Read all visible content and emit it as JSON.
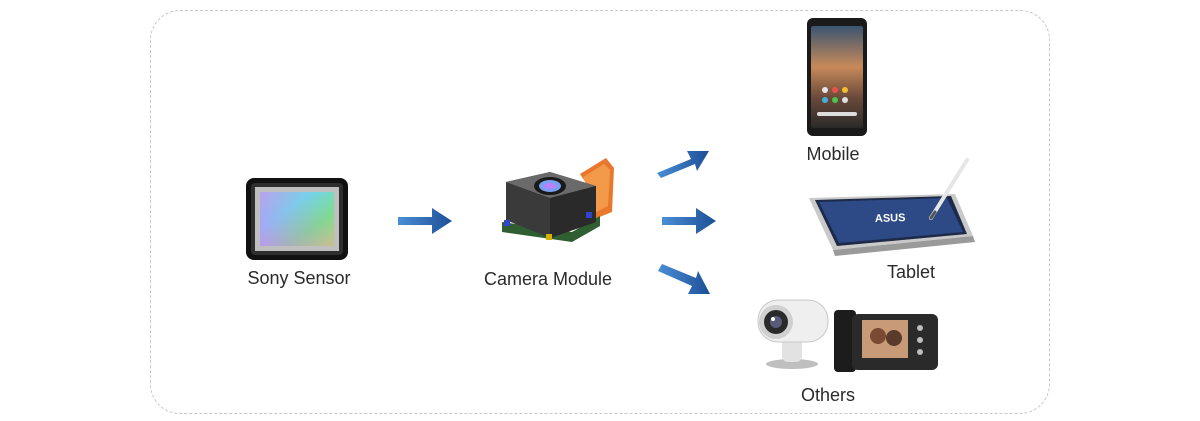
{
  "nodes": {
    "sensor": {
      "label": "Sony Sensor"
    },
    "module": {
      "label": "Camera Module"
    },
    "mobile": {
      "label": "Mobile"
    },
    "tablet": {
      "label": "Tablet",
      "brand": "ASUS"
    },
    "others": {
      "label": "Others"
    }
  },
  "colors": {
    "arrow": "#1f5ea3",
    "arrow_light": "#4a8ed6",
    "frame": "#c8c8c8"
  }
}
